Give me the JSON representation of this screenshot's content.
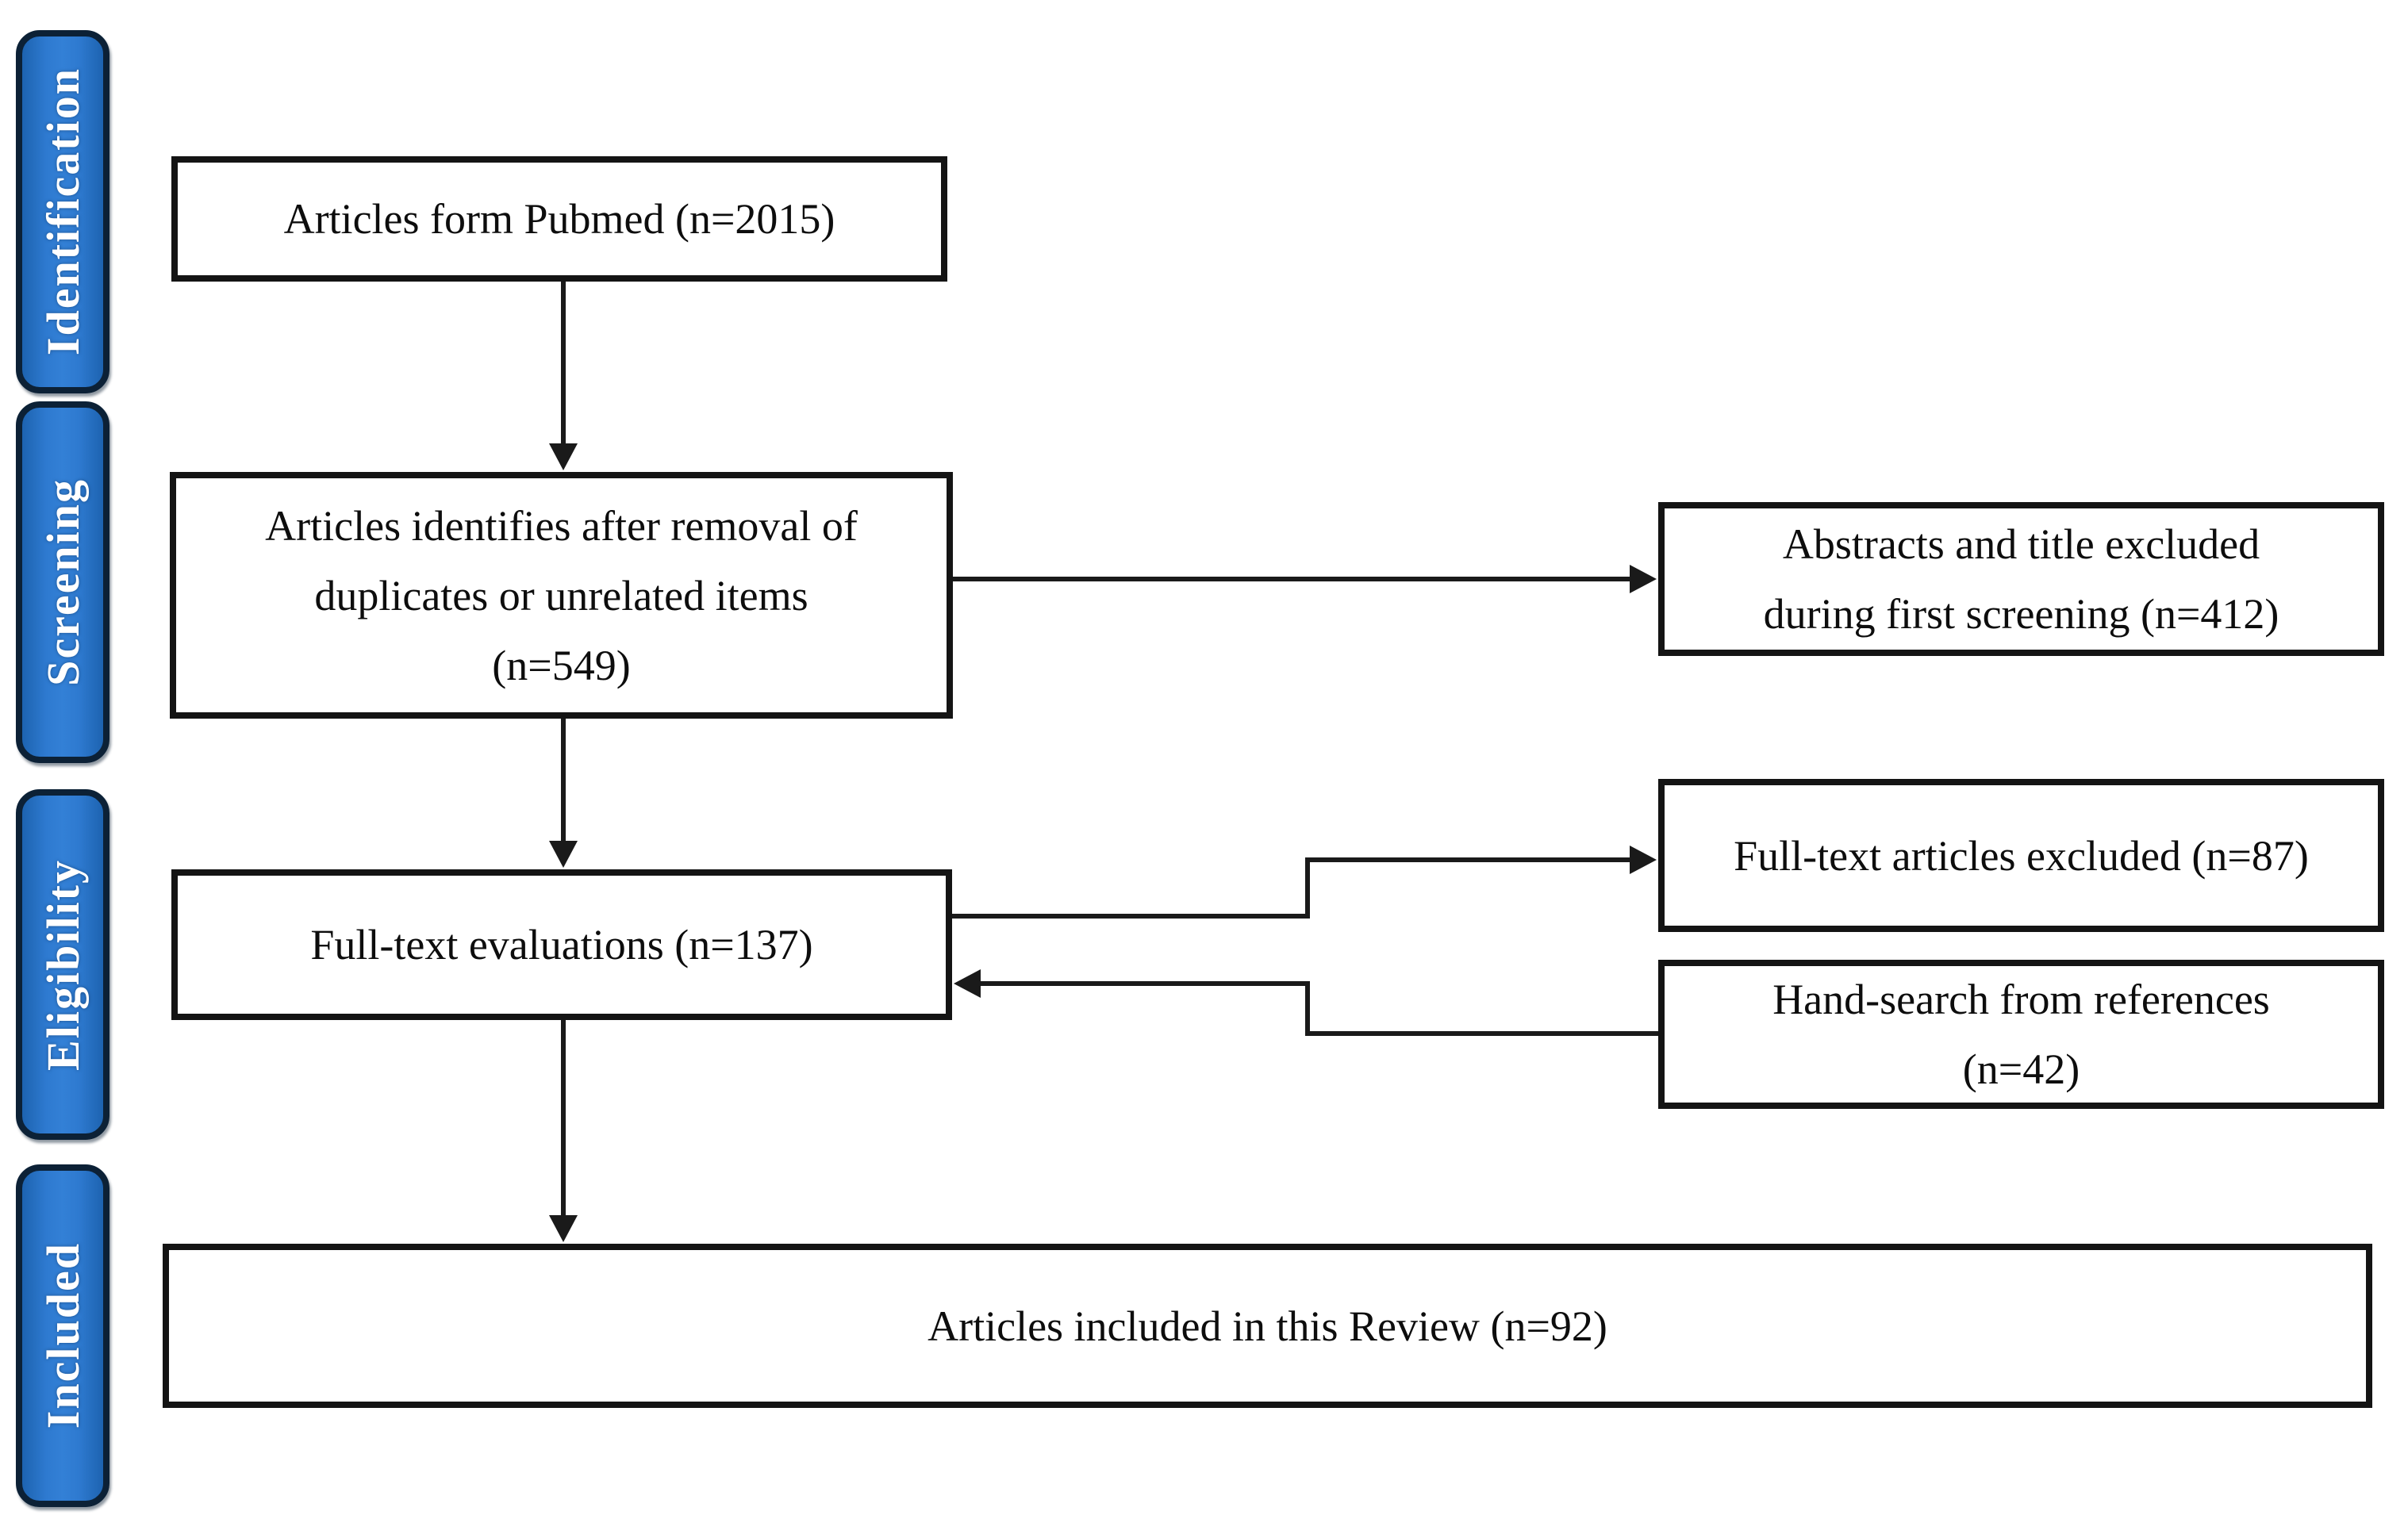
{
  "diagram_title": "PRISMA-style article selection flow diagram",
  "colors": {
    "stage_fill": "#2e7ad0",
    "stage_fill_edge": "#1d63b0",
    "stage_border": "#0c2136",
    "stage_text": "#ffffff",
    "box_border": "#141414",
    "box_fill": "#ffffff",
    "line": "#1a1a1a",
    "text": "#0d0d0d",
    "background": "#ffffff"
  },
  "stages": [
    {
      "label": "Identification"
    },
    {
      "label": "Screening"
    },
    {
      "label": "Eligibility"
    },
    {
      "label": "Included"
    }
  ],
  "boxes": {
    "pubmed": {
      "text": "Articles form Pubmed (n=2015)"
    },
    "identified": {
      "lines": [
        "Articles identifies after removal of",
        "duplicates or unrelated items",
        "(n=549)"
      ]
    },
    "fulltext_eval": {
      "text": "Full-text evaluations (n=137)"
    },
    "included": {
      "text": "Articles included in this Review (n=92)"
    },
    "abstracts_excluded": {
      "lines": [
        "Abstracts and title excluded",
        "during first screening (n=412)"
      ]
    },
    "fulltext_excluded": {
      "text": "Full-text articles excluded (n=87)"
    },
    "handsearch": {
      "lines": [
        "Hand-search from references",
        "(n=42)"
      ]
    }
  }
}
